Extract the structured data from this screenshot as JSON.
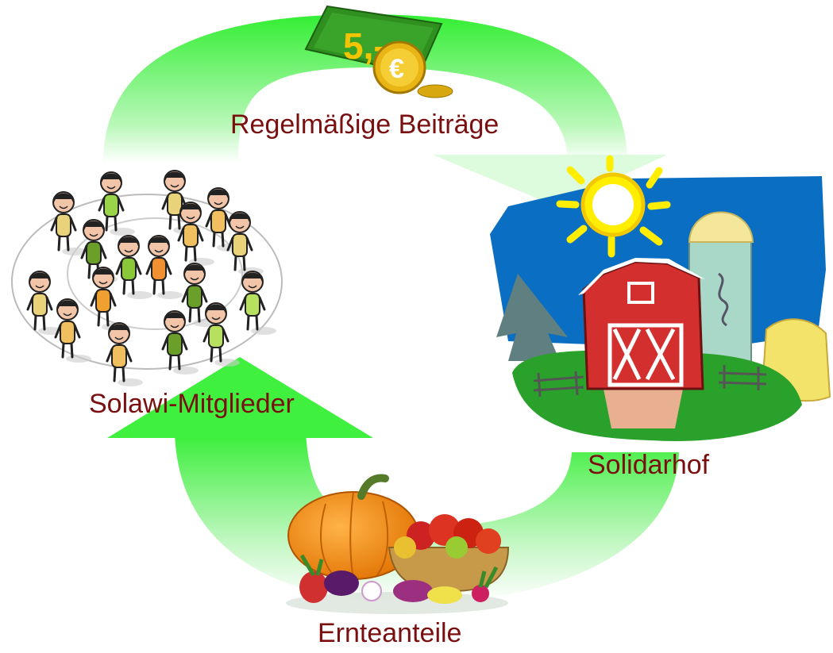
{
  "labels": {
    "contributions": "Regelmäßige Beiträge",
    "members": "Solawi-Mitglieder",
    "farm": "Solidarhof",
    "harvest": "Ernteanteile"
  },
  "money": {
    "banknote_text": "5,-",
    "coin_symbol": "€"
  },
  "colors": {
    "label_text": "#7a0f0f",
    "arrow_green": "#3ff03f",
    "sky_blue": "#0a6fc2",
    "barn_red": "#d32f2f",
    "sun_yellow": "#ffee00",
    "grass_green": "#2aa12a"
  }
}
